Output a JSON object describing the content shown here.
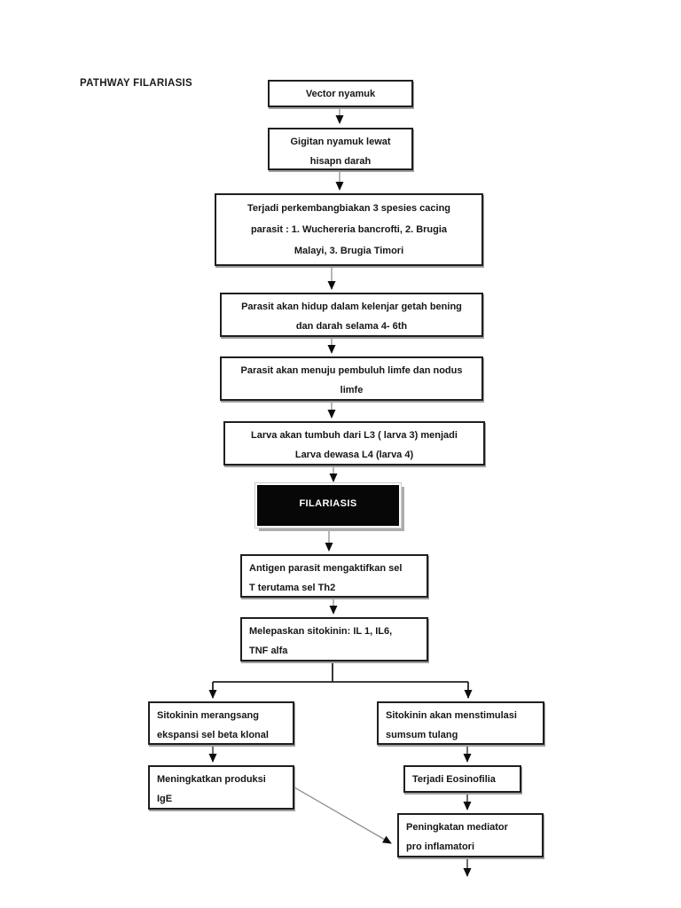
{
  "page": {
    "title": "PATHWAY FILARIASIS"
  },
  "colors": {
    "page_bg": "#ffffff",
    "node_fill": "#ffffff",
    "node_border": "#1f1f1f",
    "highlight_fill": "#070707",
    "highlight_text": "#ffffff",
    "connector": "#8f8f8f",
    "arrowhead": "#0d0d0d"
  },
  "nodes": [
    {
      "id": "vector-nyamuk",
      "label": "Vector nyamuk"
    },
    {
      "id": "gigitan-nyamuk",
      "label": "Gigitan nyamuk lewat\nhisapn darah"
    },
    {
      "id": "perkembangbiakan",
      "label": "Terjadi perkembangbiakan 3 spesies cacing\nparasit : 1. Wuchereria bancrofti, 2. Brugia\nMalayi, 3. Brugia Timori"
    },
    {
      "id": "kelenjar-getah-bening",
      "label": "Parasit akan hidup dalam kelenjar getah bening\ndan darah selama 4- 6th"
    },
    {
      "id": "pembuluh-limfe",
      "label": "Parasit akan menuju pembuluh limfe dan nodus\nlimfe"
    },
    {
      "id": "larva-tumbuh",
      "label": "Larva akan tumbuh dari L3 ( larva 3) menjadi\nLarva dewasa L4 (larva 4)"
    },
    {
      "id": "filariasis",
      "label": "FILARIASIS"
    },
    {
      "id": "antigen-parasit",
      "label": "Antigen parasit mengaktifkan sel\nT terutama sel Th2"
    },
    {
      "id": "melepaskan-sitokinin",
      "label": "Melepaskan sitokinin: IL 1, IL6,\nTNF alfa"
    },
    {
      "id": "sitokinin-merangsang",
      "label": "Sitokinin merangsang\nekspansi sel beta klonal"
    },
    {
      "id": "sitokinin-menstimulasi",
      "label": "Sitokinin akan menstimulasi\nsumsum tulang"
    },
    {
      "id": "meningkatkan-ige",
      "label": "Meningkatkan produksi\nIgE"
    },
    {
      "id": "terjadi-eosinofilia",
      "label": "Terjadi Eosinofilia"
    },
    {
      "id": "peningkatan-mediator",
      "label": "Peningkatan mediator\npro inflamatori"
    }
  ]
}
